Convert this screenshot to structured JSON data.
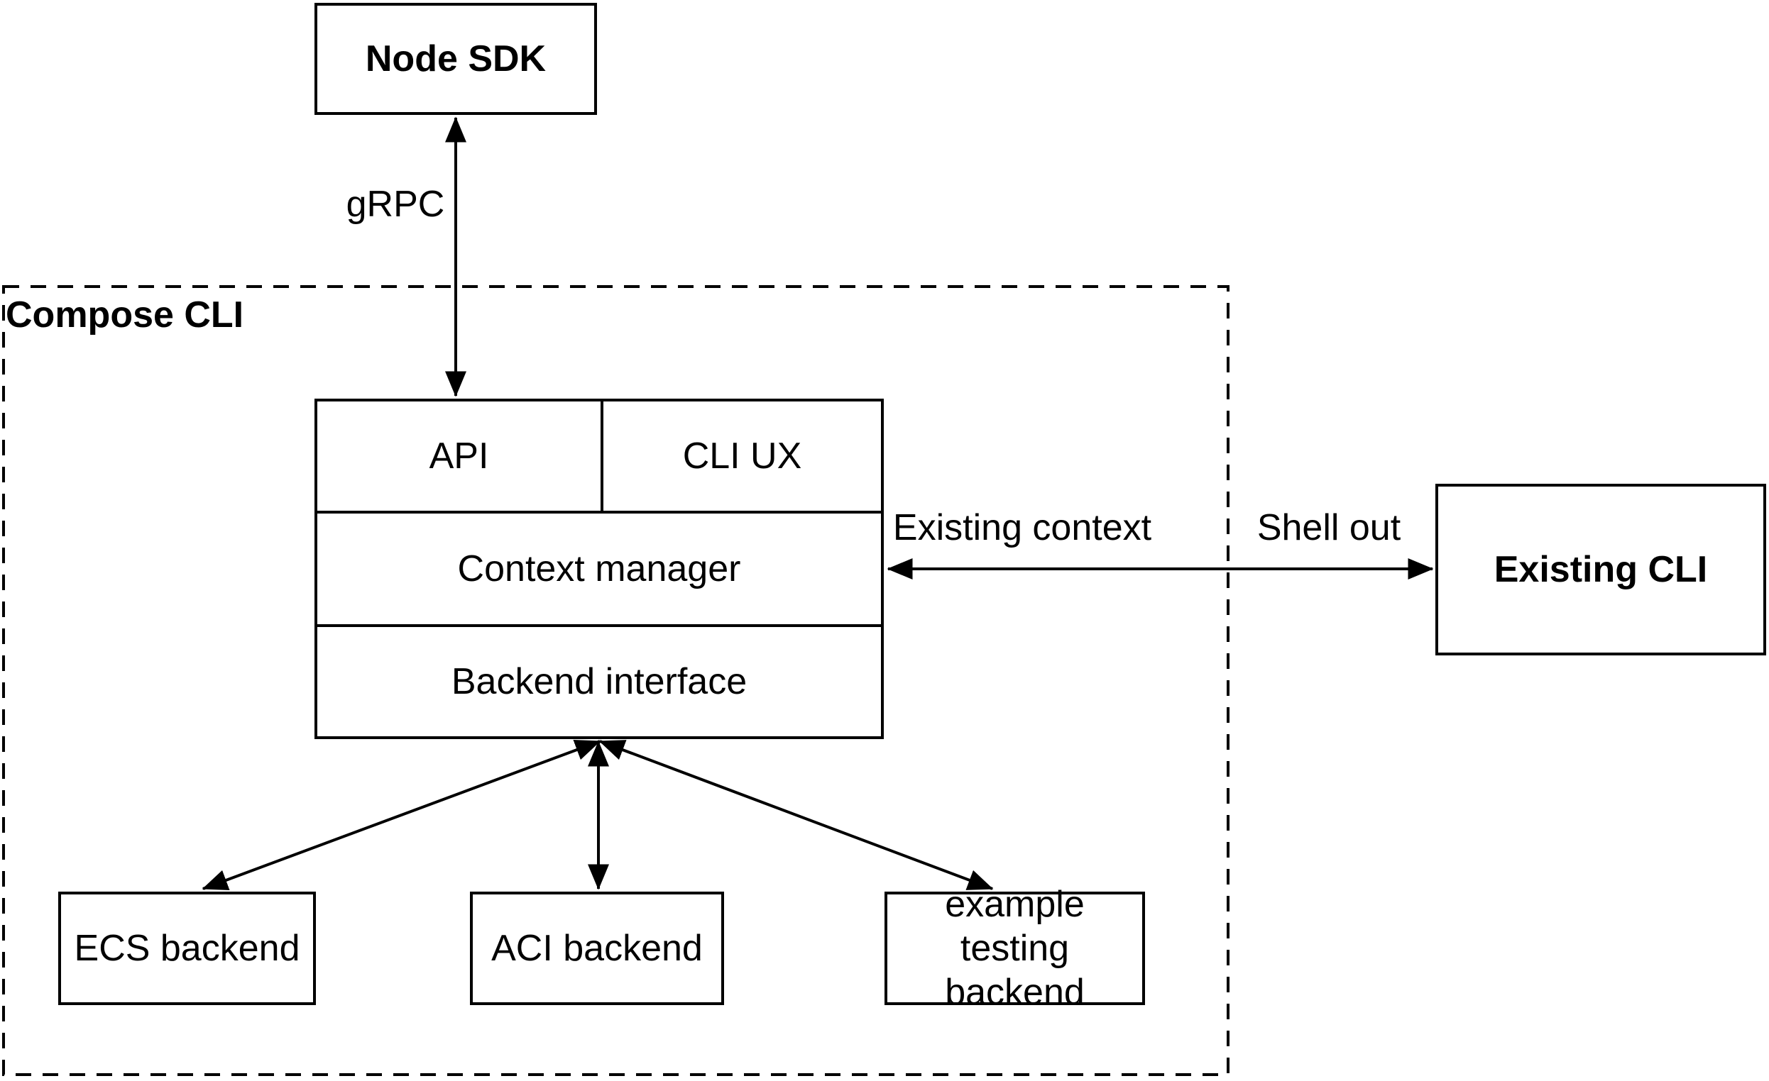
{
  "colors": {
    "background": "#ffffff",
    "stroke": "#000000",
    "text": "#000000"
  },
  "nodes": {
    "node_sdk": {
      "label": "Node SDK"
    },
    "compose_cli_container": {
      "label": "Compose CLI"
    },
    "stack": {
      "api": {
        "label": "API"
      },
      "cli_ux": {
        "label": "CLI UX"
      },
      "context_manager": {
        "label": "Context manager"
      },
      "backend_interface": {
        "label": "Backend interface"
      }
    },
    "existing_cli": {
      "label": "Existing CLI"
    },
    "ecs_backend": {
      "label": "ECS backend"
    },
    "aci_backend": {
      "label": "ACI backend"
    },
    "example_testing_backend": {
      "label": "example testing\nbackend"
    }
  },
  "edges": {
    "grpc": {
      "label": "gRPC"
    },
    "existing_context": {
      "label": "Existing context"
    },
    "shell_out": {
      "label": "Shell out"
    }
  }
}
